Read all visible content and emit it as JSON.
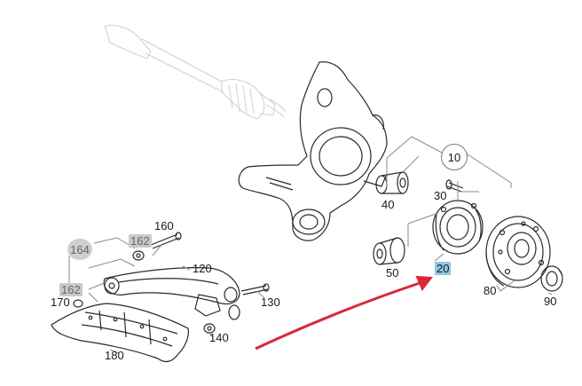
{
  "diagram": {
    "accent_arrow_color": "#d8283a",
    "highlight_color": "#8ec9e6",
    "callouts": {
      "p10": "10",
      "p20": "20",
      "p30": "30",
      "p40": "40",
      "p50": "50",
      "p80": "80",
      "p90": "90",
      "p120": "120",
      "p130": "130",
      "p140": "140",
      "p160": "160",
      "p162a": "162",
      "p162b": "162",
      "p164": "164",
      "p170": "170",
      "p180": "180"
    },
    "highlighted_part": "20",
    "grayed_parts": [
      "162",
      "164"
    ]
  }
}
